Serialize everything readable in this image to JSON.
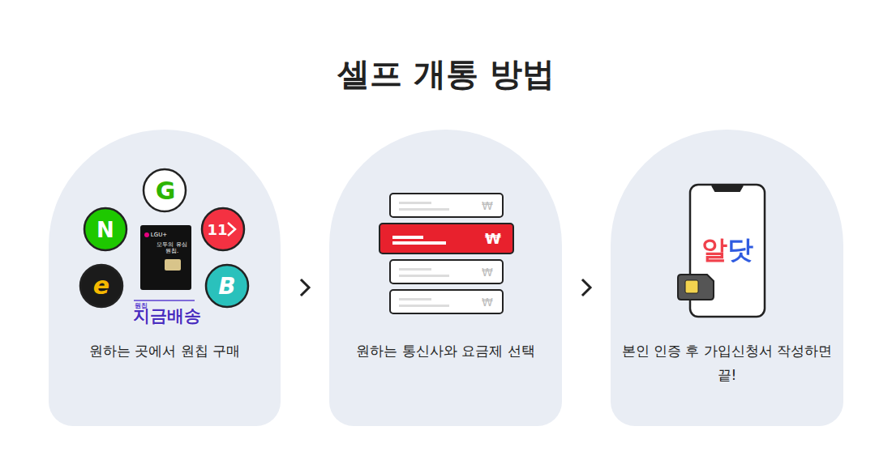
{
  "diagram": {
    "title": "셀프 개통 방법",
    "nodes": [
      {
        "text": [
          "원하는 곳에서 원칩 구매"
        ]
      },
      {
        "text": [
          "원하는 통신사와 요금제 선택"
        ]
      },
      {
        "text": [
          "본인 인증 후 가입신청서 작성하면 끝!"
        ]
      }
    ],
    "edges": [
      {
        "from": 0,
        "to": 1,
        "arrow": "to"
      },
      {
        "from": 1,
        "to": 2,
        "arrow": "to"
      }
    ],
    "labels": [
      "G",
      "N",
      "11",
      "e",
      "B",
      "LGU+",
      "모두의 유심 원칩.",
      "원칩",
      "지금배송",
      "₩",
      "₩",
      "₩",
      "₩",
      "알닷"
    ]
  }
}
